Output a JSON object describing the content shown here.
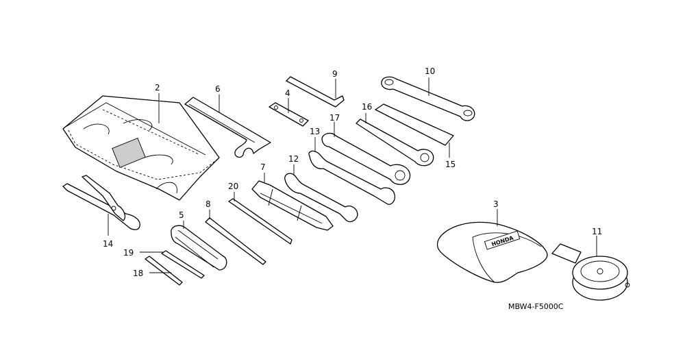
{
  "diagram": {
    "callouts": {
      "c2": "2",
      "c3": "3",
      "c4": "4",
      "c5": "5",
      "c6": "6",
      "c7": "7",
      "c8": "8",
      "c9": "9",
      "c10": "10",
      "c11": "11",
      "c12": "12",
      "c13": "13",
      "c14": "14",
      "c15": "15",
      "c16": "16",
      "c17": "17",
      "c18": "18",
      "c19": "19",
      "c20": "20"
    },
    "pouch_label": "HONDA",
    "drawing_code": "MBW4-F5000C"
  }
}
